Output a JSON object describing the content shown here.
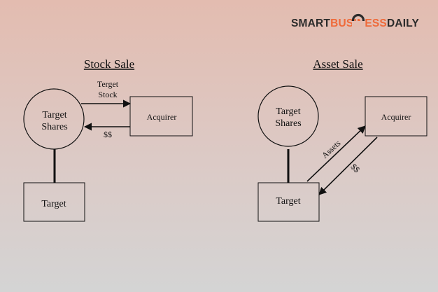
{
  "brand": {
    "part1": "SMART",
    "part2": "BUSINESS",
    "part3": "DAILY",
    "accent_color": "#ef6a3a"
  },
  "stock_sale": {
    "title": "Stock Sale",
    "shares_line1": "Target",
    "shares_line2": "Shares",
    "acquirer": "Acquirer",
    "target": "Target",
    "arrow_top_line1": "Terget",
    "arrow_top_line2": "Stock",
    "arrow_bottom": "$$"
  },
  "asset_sale": {
    "title": "Asset Sale",
    "shares_line1": "Target",
    "shares_line2": "Shares",
    "acquirer": "Acquirer",
    "target": "Target",
    "arrow_up_label": "Assets",
    "arrow_down_label": "$$"
  }
}
